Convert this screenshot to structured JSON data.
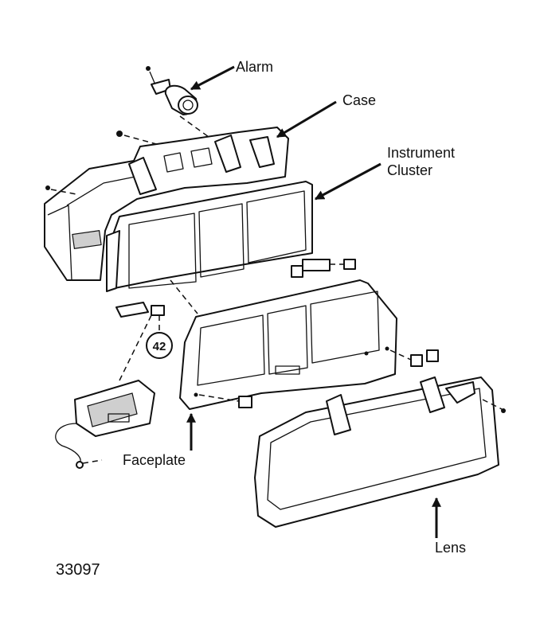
{
  "labels": {
    "alarm": "Alarm",
    "case": "Case",
    "instrument_cluster_line1": "Instrument",
    "instrument_cluster_line2": "Cluster",
    "faceplate": "Faceplate",
    "lens": "Lens"
  },
  "callout_number": "42",
  "figure_code": "33097",
  "colors": {
    "ink": "#111111",
    "paper": "#ffffff"
  }
}
